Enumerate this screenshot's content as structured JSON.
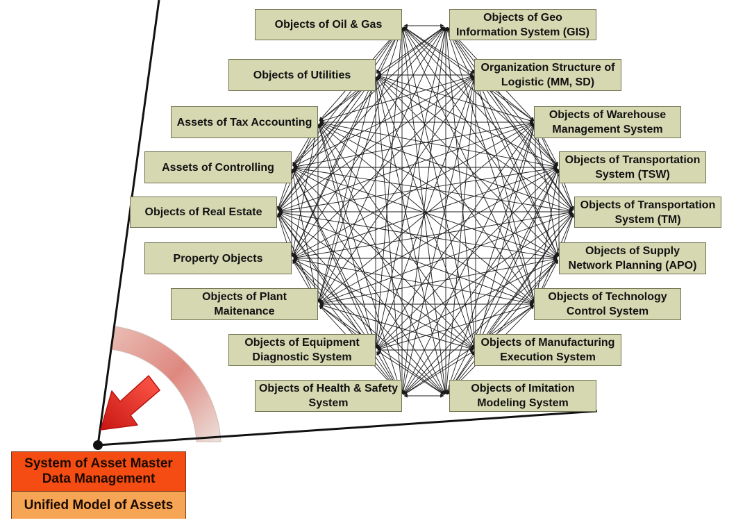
{
  "nodes": [
    {
      "id": "oil_gas",
      "label": "Objects of Oil & Gas"
    },
    {
      "id": "gis",
      "label": "Objects of Geo Information System (GIS)"
    },
    {
      "id": "org_structure",
      "label": "Organization Structure of Logistic (MM, SD)"
    },
    {
      "id": "warehouse",
      "label": "Objects of Warehouse Management System"
    },
    {
      "id": "transport_tsw",
      "label": "Objects of Transportation System (TSW)"
    },
    {
      "id": "transport_tm",
      "label": "Objects of Transportation System (TM)"
    },
    {
      "id": "supply_network",
      "label": "Objects of Supply Network Planning (APO)"
    },
    {
      "id": "technology_control",
      "label": "Objects of Technology Control System"
    },
    {
      "id": "manufacturing",
      "label": "Objects of Manufacturing Execution System"
    },
    {
      "id": "imitation_modeling",
      "label": "Objects of Imitation Modeling System"
    },
    {
      "id": "health_safety",
      "label": "Objects of Health & Safety System"
    },
    {
      "id": "equipment_diagnostic",
      "label": "Objects of Equipment Diagnostic System"
    },
    {
      "id": "plant_maintenance",
      "label": "Objects of Plant Maitenance"
    },
    {
      "id": "property",
      "label": "Property Objects"
    },
    {
      "id": "real_estate",
      "label": "Objects of Real Estate"
    },
    {
      "id": "controlling",
      "label": "Assets of Controlling"
    },
    {
      "id": "tax_accounting",
      "label": "Assets of Tax Accounting"
    },
    {
      "id": "utilities",
      "label": "Objects of Utilities"
    }
  ],
  "connections": "all-to-all, bidirectional arrows",
  "system_box": {
    "title": "System of Asset Master Data Management",
    "subtitle": "Unified Model of Assets",
    "title_color": "#f44c12",
    "subtitle_color": "#f6a555"
  },
  "colors": {
    "node_fill": "#d6d8b2",
    "node_border": "#6f7250",
    "edge": "#1a1a1a",
    "arc": "#d89a8e",
    "pointer_arrow": "#e8201a"
  }
}
